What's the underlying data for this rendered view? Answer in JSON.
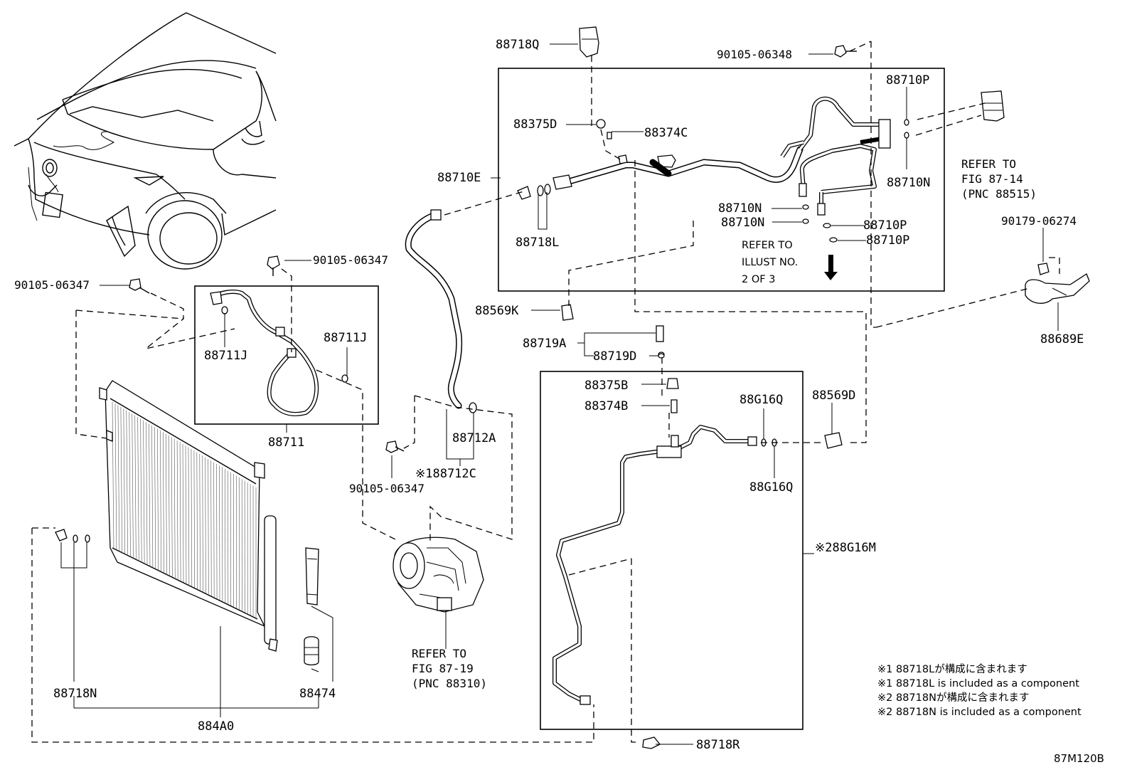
{
  "labels": {
    "p88718Q": "88718Q",
    "p90105_06348": "90105-06348",
    "p88710P_top": "88710P",
    "p88375D": "88375D",
    "p88374C": "88374C",
    "p88710E": "88710E",
    "p88710N_right": "88710N",
    "p88710N_a": "88710N",
    "p88710N_b": "88710N",
    "p88710P_a": "88710P",
    "p88710P_b": "88710P",
    "p88718L": "88718L",
    "p90105_06347_mid": "90105-06347",
    "p90105_06347_left": "90105-06347",
    "p88711J_right": "88711J",
    "p88711J_left": "88711J",
    "p88711": "88711",
    "p88569K": "88569K",
    "p88719A": "88719A",
    "p88719D": "88719D",
    "p88689E": "88689E",
    "p90179_06274": "90179-06274",
    "p88375B": "88375B",
    "p88374B": "88374B",
    "p88G16Q_top": "88G16Q",
    "p88569D": "88569D",
    "p88712A": "88712A",
    "p88712C": "※188712C",
    "p90105_06347_bottom": "90105-06347",
    "p88G16Q_bottom": "88G16Q",
    "p88G16M": "※288G16M",
    "p88718N": "88718N",
    "p88474": "88474",
    "p884A0": "884A0",
    "p88718R": "88718R"
  },
  "references": {
    "ref_fig_87_14": [
      "REFER TO",
      "FIG 87-14",
      "(PNC 88515)"
    ],
    "ref_illust": [
      "REFER TO",
      "ILLUST NO.",
      "2 OF 3"
    ],
    "ref_fig_87_19": [
      "REFER TO",
      "FIG 87-19",
      "(PNC 88310)"
    ]
  },
  "notes": [
    "※1 88718Lが構成に含まれます",
    "※1 88718L is included as a component",
    "※2 88718Nが構成に含まれます",
    "※2 88718N is included as a component"
  ],
  "figure_code": "87M120B"
}
